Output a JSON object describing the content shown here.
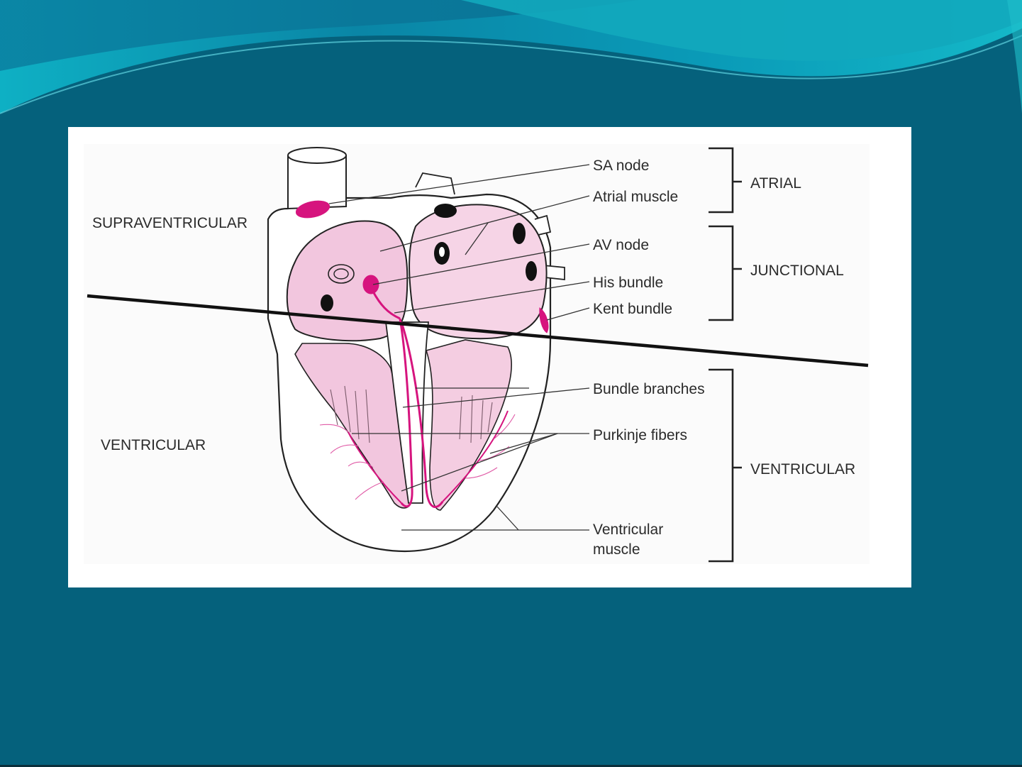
{
  "diagram": {
    "labels": {
      "sa_node": "SA node",
      "atrial_muscle": "Atrial muscle",
      "av_node": "AV node",
      "his_bundle": "His bundle",
      "kent_bundle": "Kent bundle",
      "bundle_branches": "Bundle branches",
      "purkinje_fibers": "Purkinje fibers",
      "ventricular_muscle_line1": "Ventricular",
      "ventricular_muscle_line2": "muscle"
    },
    "groups": {
      "atrial": "ATRIAL",
      "junctional": "JUNCTIONAL",
      "ventricular": "VENTRICULAR"
    },
    "regions": {
      "supraventricular": "SUPRAVENTRICULAR",
      "ventricular": "VENTRICULAR"
    }
  },
  "colors": {
    "slide_background": "#05617c",
    "wave_light": "#1bb3c4",
    "wave_teal": "#0a8aa3",
    "chamber_fill": "#f2c6de",
    "conduction_magenta": "#d6147e",
    "divider_line": "#111111"
  }
}
